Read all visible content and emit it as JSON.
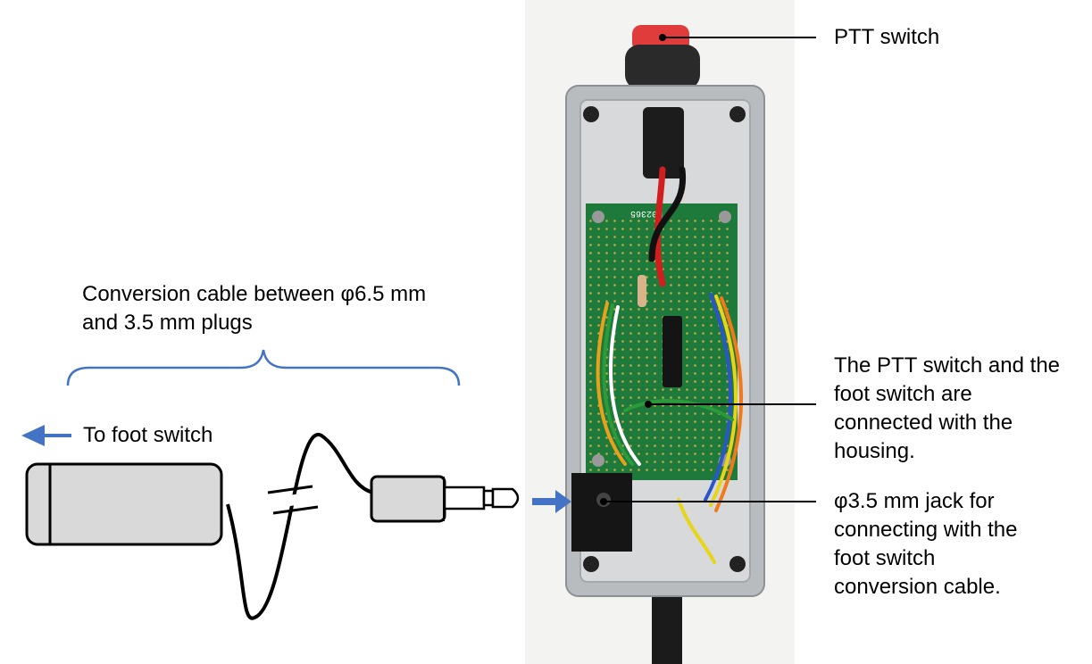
{
  "labels": {
    "cable_caption": "Conversion cable between φ6.5 mm\nand 3.5 mm plugs",
    "to_foot_switch": "To foot switch",
    "ptt_switch": "PTT switch",
    "housing_note": "The PTT switch and the\nfoot switch are\nconnected with the\nhousing.",
    "jack_note": "φ3.5 mm jack for\nconnecting with the\nfoot switch\nconversion cable."
  },
  "pcb_marking": "K02365",
  "colors": {
    "arrow": "#4472C4",
    "brace": "#4472C4",
    "pcb": "#1e7a3a",
    "housing": "#b9bcbf",
    "ptt_button": "#e03c3c"
  }
}
